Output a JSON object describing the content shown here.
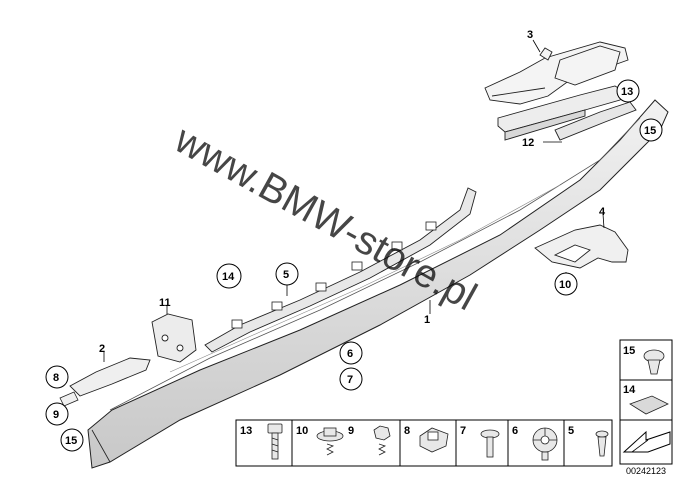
{
  "watermark": "www.BMW-store.pl",
  "diagram_number": "00242123",
  "callouts": {
    "c1": "1",
    "c2": "2",
    "c3": "3",
    "c4": "4",
    "c5": "5",
    "c6": "6",
    "c7": "7",
    "c8": "8",
    "c9": "9",
    "c10": "10",
    "c11": "11",
    "c12": "12",
    "c13": "13",
    "c14": "14",
    "c15a": "15",
    "c15b": "15"
  },
  "hardware_strip": [
    {
      "label": "13"
    },
    {
      "label": "10"
    },
    {
      "label": "9"
    },
    {
      "label": "8"
    },
    {
      "label": "7"
    },
    {
      "label": "6"
    },
    {
      "label": "5"
    }
  ],
  "side_panel": [
    {
      "label": "15"
    },
    {
      "label": "14"
    }
  ]
}
